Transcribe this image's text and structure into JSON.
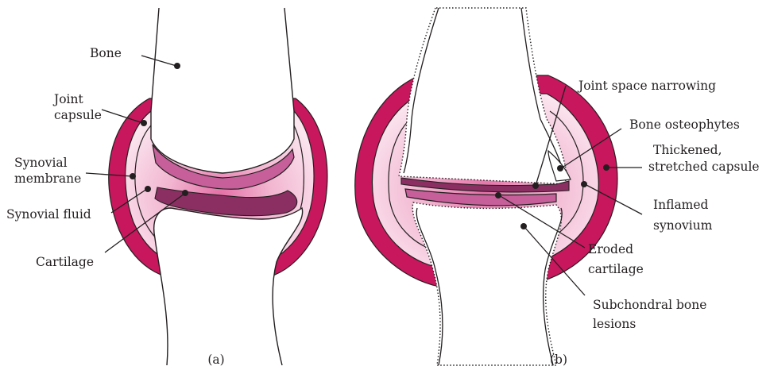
{
  "panel_a": {
    "caption": "(a)",
    "labels": {
      "bone": "Bone",
      "joint_capsule_1": "Joint",
      "joint_capsule_2": "capsule",
      "synovial_membrane_1": "Synovial",
      "synovial_membrane_2": "membrane",
      "synovial_fluid": "Synovial fluid",
      "cartilage": "Cartilage"
    }
  },
  "panel_b": {
    "caption": "(b)",
    "labels": {
      "joint_space_narrowing": "Joint space narrowing",
      "bone_osteophytes": "Bone osteophytes",
      "thickened_capsule_1": "Thickened,",
      "thickened_capsule_2": "stretched capsule",
      "inflamed_synovium_1": "Inflamed",
      "inflamed_synovium_2": "synovium",
      "eroded_cartilage_1": "Eroded",
      "eroded_cartilage_2": "cartilage",
      "subchondral_1": "Subchondral bone",
      "subchondral_2": "lesions"
    }
  },
  "colors": {
    "capsule": "#c8175d",
    "synovium_fill": "#f8dde8",
    "cartilage": "#c75f9a",
    "cartilage_dark": "#8b2f62"
  }
}
